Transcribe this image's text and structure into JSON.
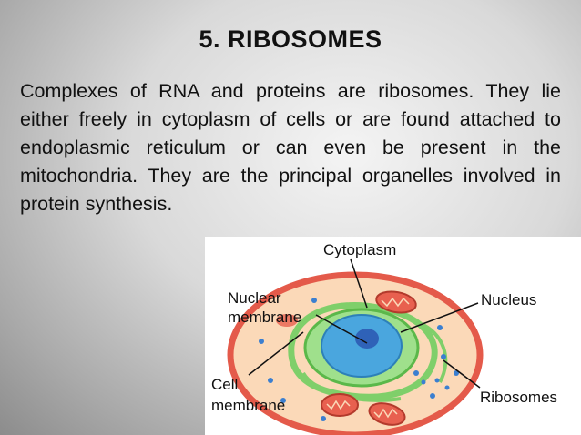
{
  "slide": {
    "title": "5. RIBOSOMES",
    "body": "Complexes of RNA and proteins are ribosomes. They lie either freely in cytoplasm of cells or are found attached to endoplasmic reticulum or can even be present in the mitochondria. They are the principal organelles involved in protein synthesis."
  },
  "figure": {
    "labels": {
      "cytoplasm": "Cytoplasm",
      "nuclear_membrane_1": "Nuclear",
      "nuclear_membrane_2": "membrane",
      "nucleus": "Nucleus",
      "cell_membrane_1": "Cell",
      "cell_membrane_2": "membrane",
      "ribosomes": "Ribosomes"
    },
    "colors": {
      "cell_membrane": "#e45a4a",
      "cytoplasm": "#fbd9b8",
      "er": "#7fcf6a",
      "nucleus": "#4aa6de",
      "nucleolus": "#2f62b8",
      "mitochondria": "#e8604f",
      "ribosome": "#3b7fd0"
    }
  }
}
